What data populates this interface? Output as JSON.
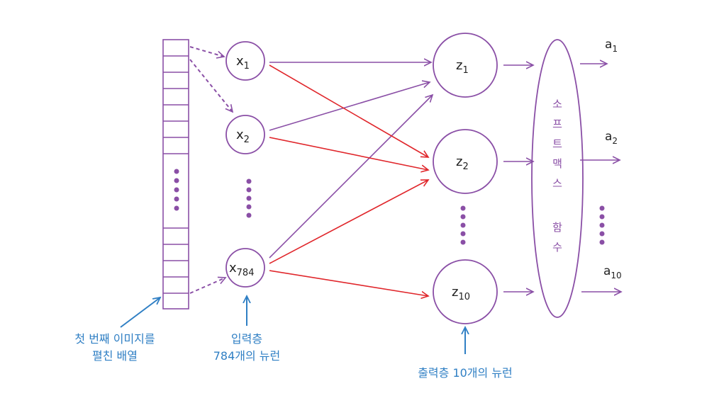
{
  "inputs": [
    {
      "base": "x",
      "sub": "1"
    },
    {
      "base": "x",
      "sub": "2"
    },
    {
      "base": "x",
      "sub": "784"
    }
  ],
  "outputs_z": [
    {
      "base": "z",
      "sub": "1"
    },
    {
      "base": "z",
      "sub": "2"
    },
    {
      "base": "z",
      "sub": "10"
    }
  ],
  "outputs_a": [
    {
      "base": "a",
      "sub": "1"
    },
    {
      "base": "a",
      "sub": "2"
    },
    {
      "base": "a",
      "sub": "10"
    }
  ],
  "softmax_chars": [
    "소",
    "프",
    "트",
    "맥",
    "스",
    "함",
    "수"
  ],
  "annotations": {
    "image_line1": "첫 번째 이미지를",
    "image_line2": "펼친 배열",
    "input_line1": "입력층",
    "input_line2": "784개의 뉴런",
    "output_line1": "출력층 10개의 뉴런"
  },
  "colors": {
    "purple": "#8a4fa6",
    "red": "#e0262b",
    "blue": "#2f7fc4"
  }
}
